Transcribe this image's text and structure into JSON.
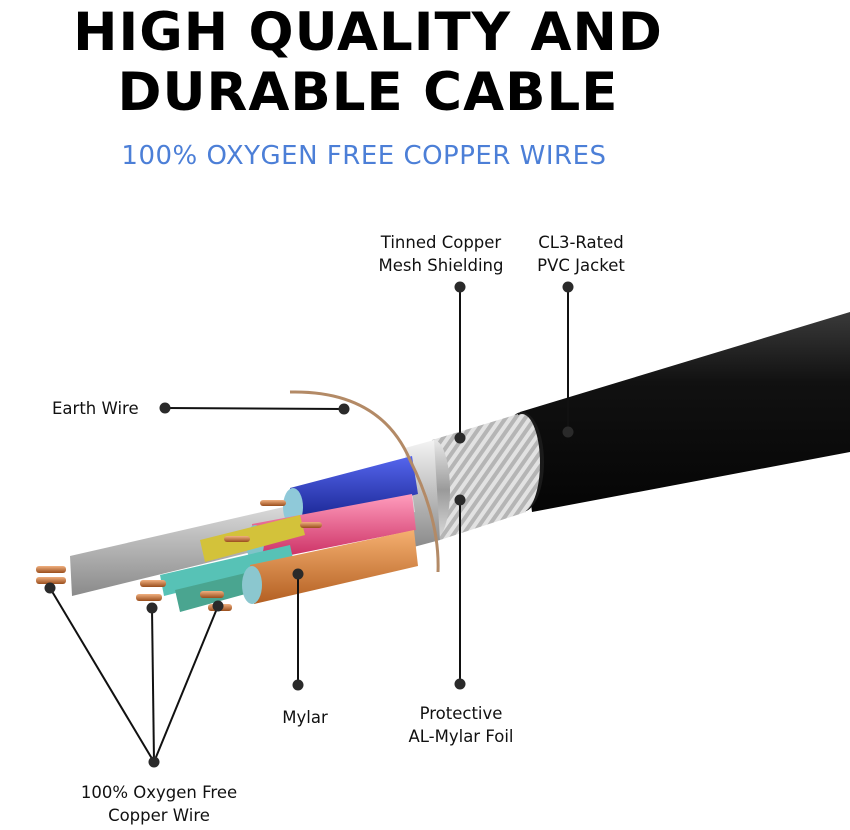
{
  "title_line1": "HIGH QUALITY AND",
  "title_line2": "DURABLE CABLE",
  "subtitle": "100% OXYGEN FREE COPPER WIRES",
  "labels": {
    "tinned_line1": "Tinned Copper",
    "tinned_line2": "Mesh Shielding",
    "jacket_line1": "CL3-Rated",
    "jacket_line2": "PVC Jacket",
    "earth": "Earth Wire",
    "mylar": "Mylar",
    "foil_line1": "Protective",
    "foil_line2": "AL-Mylar Foil",
    "copper_line1": "100% Oxygen Free",
    "copper_line2": "Copper Wire"
  },
  "colors": {
    "subtitle": "#4c7fd7",
    "jacket": "#151515",
    "shield": "#b9b9b9",
    "wire_blue": "#2233bb",
    "wire_pink": "#e84f86",
    "wire_orange": "#e08a3e",
    "copper": "#c8783c"
  }
}
